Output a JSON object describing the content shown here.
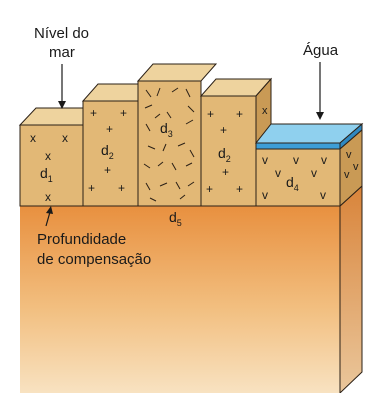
{
  "labels": {
    "sea_level_line1": "Nível do",
    "sea_level_line2": "mar",
    "water": "Água",
    "compensation_line1": "Profundidade",
    "compensation_line2": "de compensação"
  },
  "blocks": [
    {
      "name": "block-d1",
      "label_main": "d",
      "label_sub": "1",
      "symbol": "x"
    },
    {
      "name": "block-d2-left",
      "label_main": "d",
      "label_sub": "2",
      "symbol": "+"
    },
    {
      "name": "block-d3",
      "label_main": "d",
      "label_sub": "3",
      "symbol": "dash"
    },
    {
      "name": "block-d2-right",
      "label_main": "d",
      "label_sub": "2",
      "symbol": "+"
    },
    {
      "name": "block-d4",
      "label_main": "d",
      "label_sub": "4",
      "symbol": "v"
    }
  ],
  "substratum": {
    "label_main": "d",
    "label_sub": "5"
  },
  "colors": {
    "block_front": "#e2b876",
    "block_top": "#eed39e",
    "block_side": "#c99a55",
    "water_top": "#8fd0ee",
    "water_front": "#3d9ed6",
    "substratum_top": "#e9a45a",
    "substratum_bottom": "#f6d7ac",
    "outline": "#2b2016"
  }
}
